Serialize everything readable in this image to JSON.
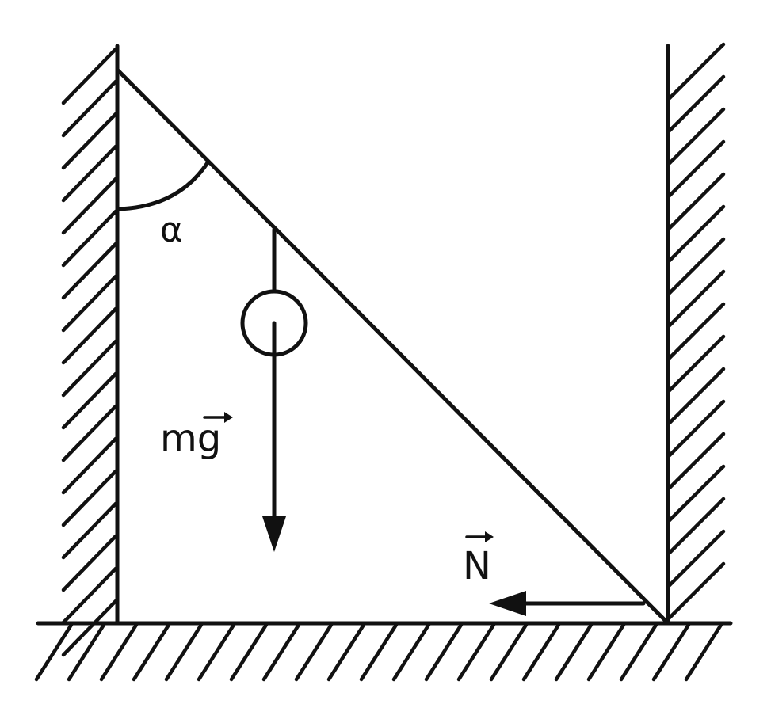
{
  "labels": {
    "angle": "α",
    "gravity_symbol": "mg",
    "normal_symbol": "N"
  },
  "colors": {
    "ink": "#111111",
    "background": "#ffffff"
  }
}
